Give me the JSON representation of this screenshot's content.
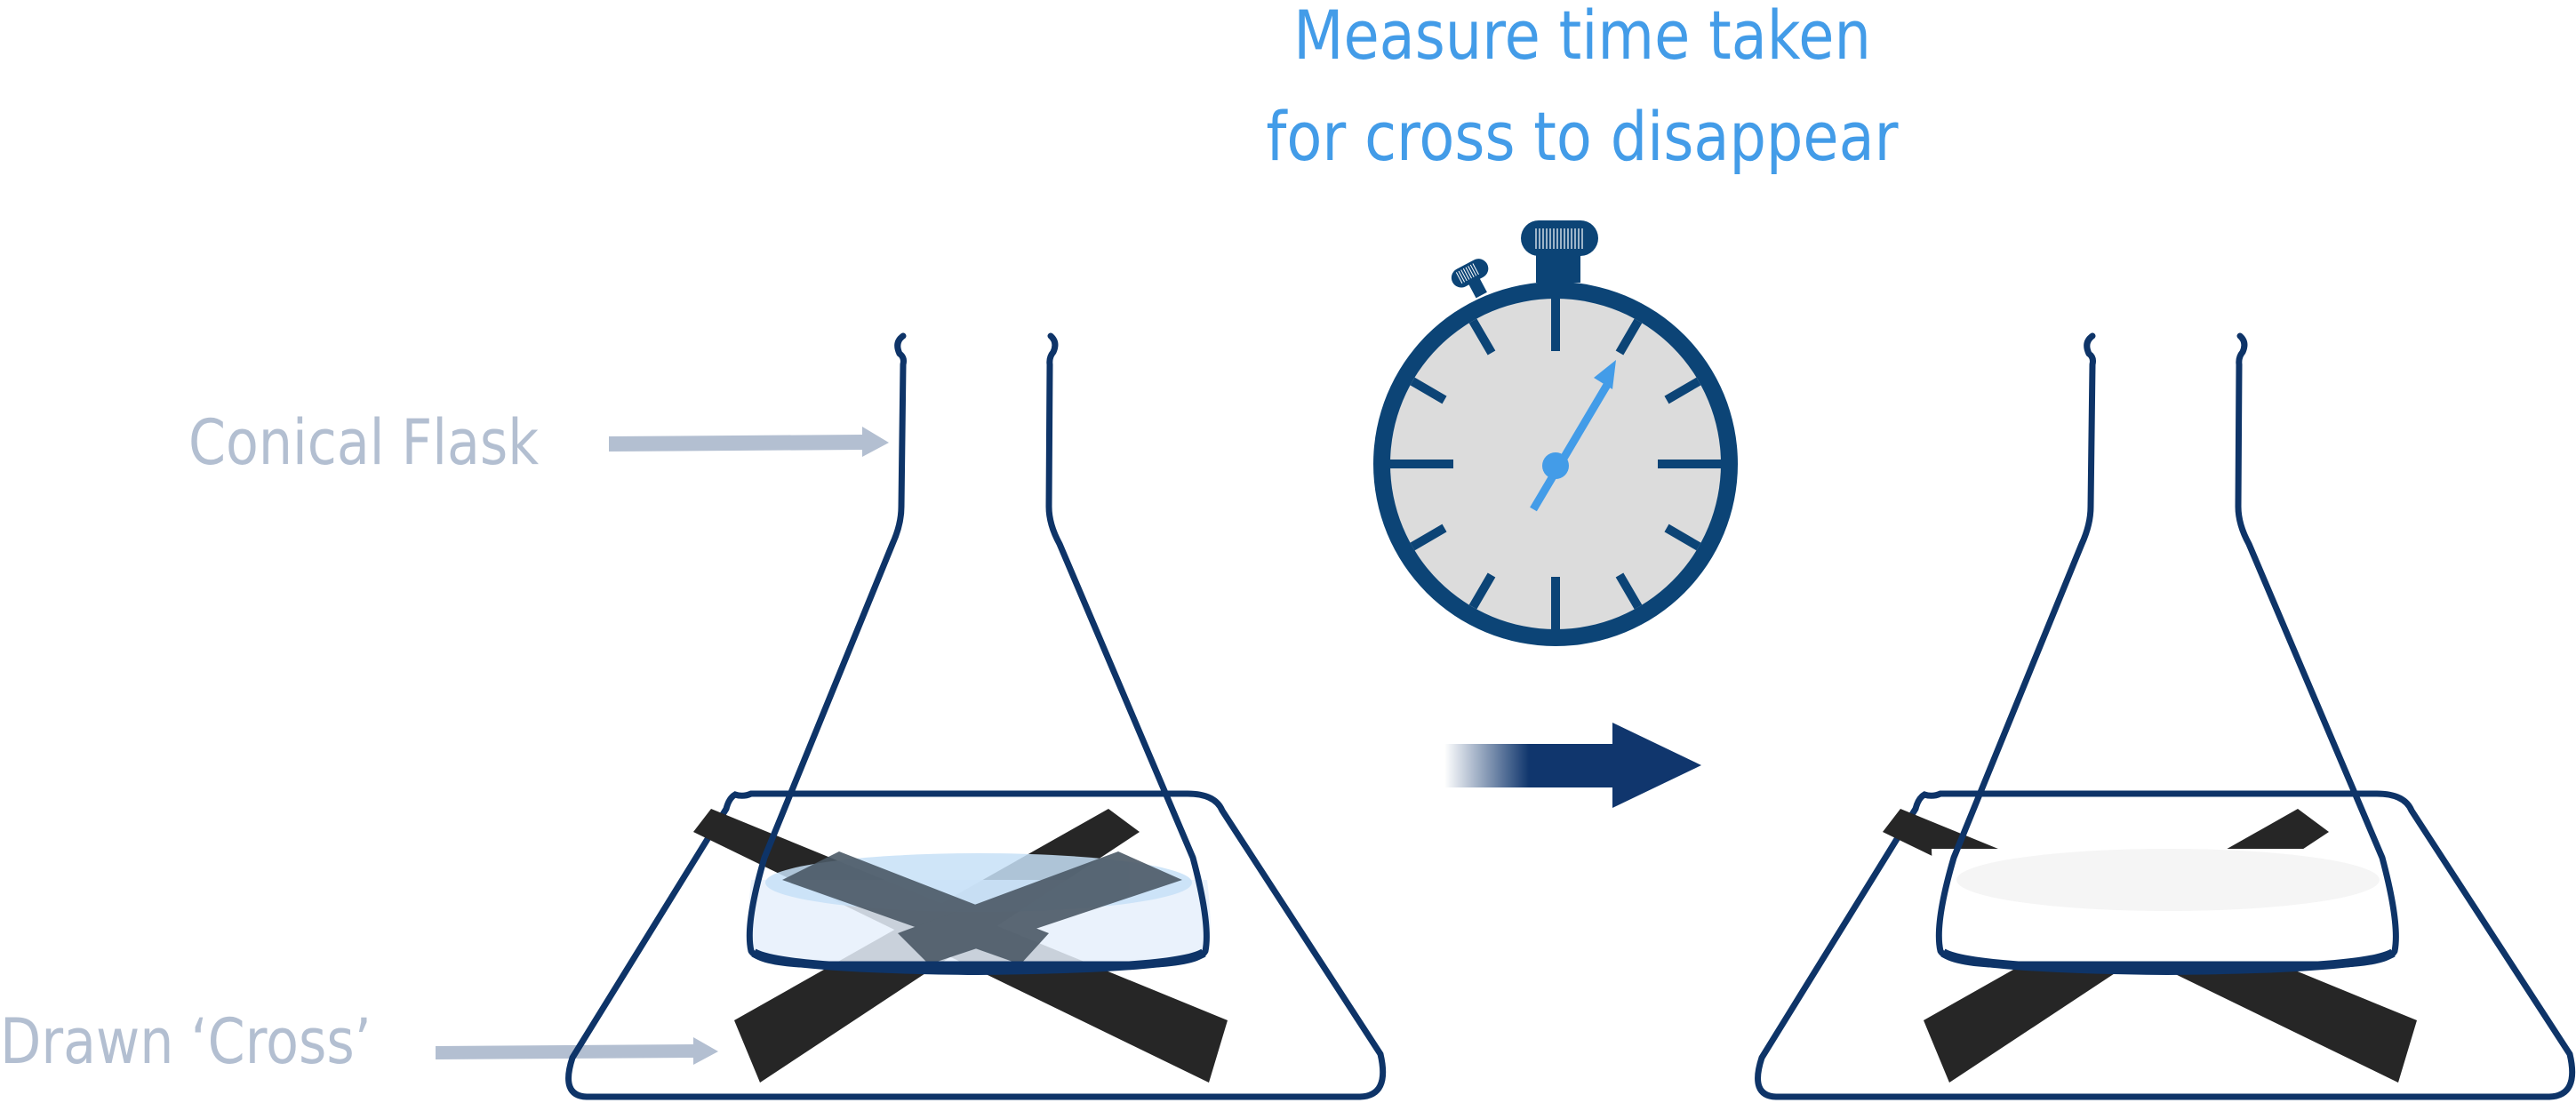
{
  "title": {
    "line1": "Measure time taken",
    "line2": "for cross to disappear"
  },
  "labels": {
    "conical_flask": "Conical Flask",
    "drawn_cross": "Drawn ‘Cross’"
  },
  "figures": {
    "before": {
      "description": "flask with cloudy-blue solution, cross clearly visible through liquid"
    },
    "after": {
      "description": "flask with opaque solution, cross obscured in the middle"
    },
    "stopwatch": {
      "hand_position": "~1 o'clock",
      "ticks": 12
    },
    "transition_arrow": {
      "direction": "right"
    }
  },
  "colors": {
    "title": "#439ce8",
    "label": "#b3bfd1",
    "flask_outline": "#0e3468",
    "stopwatch_body": "#0c4476",
    "stopwatch_face": "#dcdcdc",
    "stopwatch_hand": "#439ce8",
    "cross": "#262626",
    "solution_before": "#d3e6f8",
    "solution_after": "#f5f5f5",
    "arrow": "#10366d"
  }
}
